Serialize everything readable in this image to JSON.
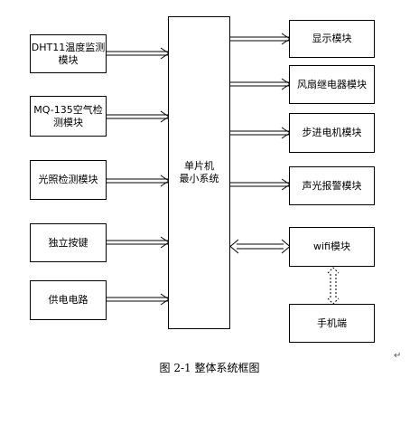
{
  "diagram": {
    "inputs": [
      {
        "id": "dht11",
        "label": "DHT11温度监测模块"
      },
      {
        "id": "mq135",
        "label": "MQ-135空气检测模块"
      },
      {
        "id": "light",
        "label": "光照检测模块"
      },
      {
        "id": "key",
        "label": "独立按键"
      },
      {
        "id": "power",
        "label": "供电电路"
      }
    ],
    "center": {
      "line1": "单片机",
      "line2": "最小系统"
    },
    "outputs": [
      {
        "id": "display",
        "label": "显示模块"
      },
      {
        "id": "fan",
        "label": "风扇继电器模块"
      },
      {
        "id": "stepper",
        "label": "步进电机模块"
      },
      {
        "id": "alarm",
        "label": "声光报警模块"
      },
      {
        "id": "wifi",
        "label": "wifi模块"
      }
    ],
    "phone": {
      "label": "手机端"
    },
    "caption": "图 2-1 整体系统框图",
    "return_mark": "↵"
  }
}
